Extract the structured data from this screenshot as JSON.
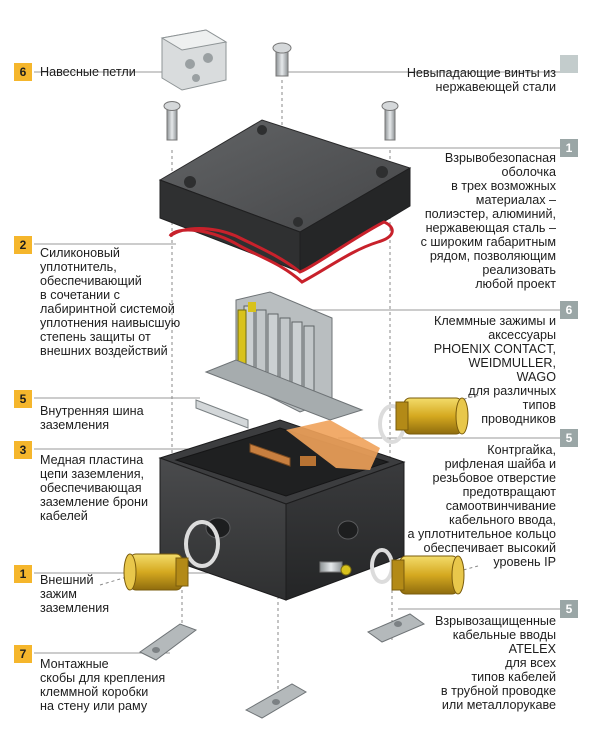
{
  "colors": {
    "orange": "#f5b62c",
    "gray": "#9aa6a6",
    "seal": "#c8212b",
    "housing": "#3e3f41",
    "brass": "#d9b22a"
  },
  "labels_left": [
    {
      "id": "hinges",
      "badge": "6",
      "lines": [
        "Навесные петли"
      ]
    },
    {
      "id": "seal",
      "badge": "2",
      "lines": [
        "Силиконовый",
        "уплотнитель,",
        "обеспечивающий",
        "в сочетании с",
        "лабиринтной системой",
        "уплотнения наивысшую",
        "степень защиты от",
        "внешних воздействий"
      ]
    },
    {
      "id": "bus",
      "badge": "5",
      "lines": [
        "Внутренняя шина",
        "заземления"
      ]
    },
    {
      "id": "copper",
      "badge": "3",
      "lines": [
        "Медная пластина",
        "цепи заземления,",
        "обеспечивающая",
        "заземление брони",
        "кабелей"
      ]
    },
    {
      "id": "ext-ground",
      "badge": "1",
      "lines": [
        "Внешний",
        "зажим",
        "заземления"
      ]
    },
    {
      "id": "brackets",
      "badge": "7",
      "lines": [
        "Монтажные",
        "скобы для крепления",
        "клеммной коробки",
        "на стену или раму"
      ]
    }
  ],
  "labels_right": [
    {
      "id": "screws",
      "badge": "",
      "lines": [
        "Невыпадающие винты из",
        "нержавеющей стали"
      ]
    },
    {
      "id": "enclosure",
      "badge": "1",
      "lines": [
        "Взрывобезопасная",
        "оболочка",
        "в трех возможных",
        "материалах –",
        "полиэстер, алюминий,",
        "нержавеющая сталь –",
        "с широким габаритным",
        "рядом, позволяющим",
        "реализовать",
        "любой проект"
      ]
    },
    {
      "id": "terminals",
      "badge": "6",
      "lines": [
        "Клеммные зажимы и",
        "аксессуары",
        "PHOENIX CONTACT,",
        "WEIDMULLER,",
        "WAGO",
        "для различных",
        "типов",
        "проводников"
      ]
    },
    {
      "id": "locknut",
      "badge": "5",
      "lines": [
        "Контргайка,",
        "рифленая шайба и",
        "резьбовое отверстие",
        "предотвращают",
        "самоотвинчивание",
        "кабельного ввода,",
        "а уплотнительное кольцо",
        "обеспечивает высокий",
        "уровень IP"
      ]
    },
    {
      "id": "glands",
      "badge": "5",
      "lines": [
        "Взрывозащищенные",
        "кабельные вводы",
        "ATELEX",
        "для всех",
        "типов кабелей",
        "в трубной проводке",
        "или металлорукаве"
      ]
    }
  ]
}
